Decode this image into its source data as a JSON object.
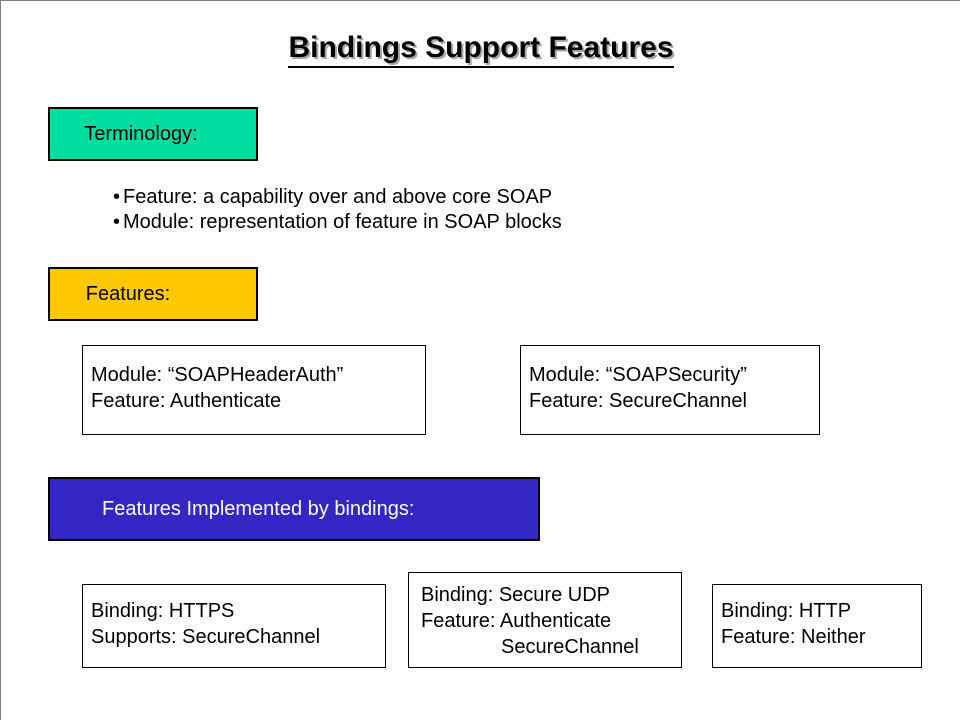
{
  "slide": {
    "title": "Bindings Support Features",
    "background_color": "#FFFFFF",
    "outline_color": "#808080"
  },
  "terminology": {
    "header_label": "Terminology:",
    "header_color": "#00DDA0",
    "bullets": [
      "Feature: a capability over and above core SOAP",
      "Module: representation of feature in SOAP blocks"
    ]
  },
  "features": {
    "header_label": "Features:",
    "header_color": "#FFC800",
    "boxes": [
      {
        "line1": "Module: “SOAPHeaderAuth”",
        "line2": "Feature: Authenticate"
      },
      {
        "line1": "Module: “SOAPSecurity”",
        "line2": "Feature: SecureChannel"
      }
    ]
  },
  "features_implemented": {
    "header_label": "Features Implemented by bindings:",
    "header_color": "#3326C4",
    "header_text_color": "#FFFFFF",
    "boxes": [
      {
        "line1": "Binding: HTTPS",
        "line2": "Supports: SecureChannel",
        "line3": ""
      },
      {
        "line1": "Binding: Secure UDP",
        "line2": "Feature: Authenticate",
        "line3": "SecureChannel"
      },
      {
        "line1": "Binding: HTTP",
        "line2": "Feature: Neither",
        "line3": ""
      }
    ]
  }
}
